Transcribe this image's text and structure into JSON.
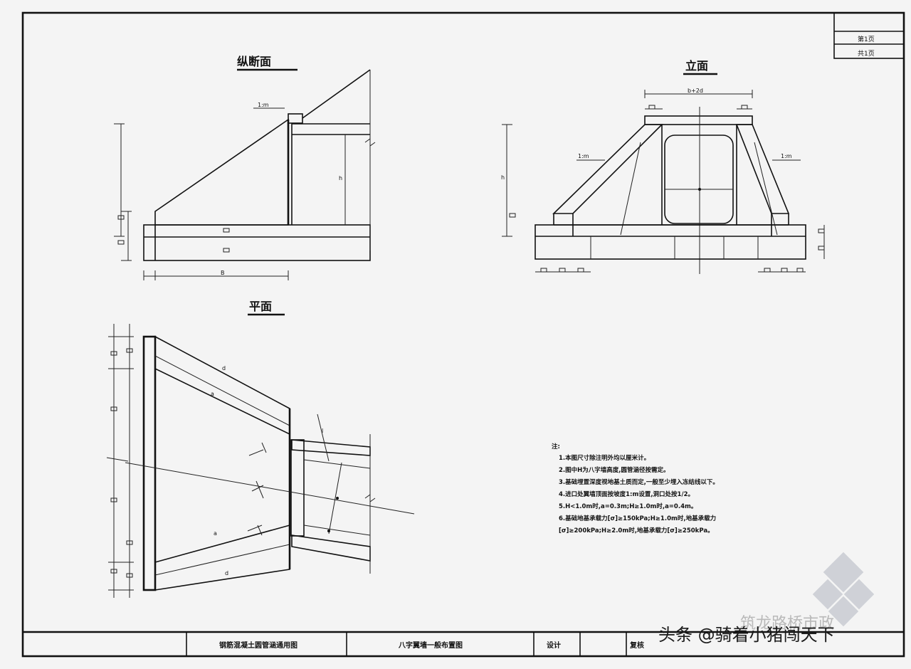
{
  "views": {
    "longitudinal_section": {
      "title": "纵断面",
      "labels": {
        "slope": "1:m",
        "h": "h",
        "b": "B"
      }
    },
    "elevation": {
      "title": "立面",
      "labels": {
        "width": "b+2d",
        "slope_left": "1:m",
        "slope_right": "1:m",
        "h": "h"
      }
    },
    "plan": {
      "title": "平面",
      "labels": {
        "a": "a",
        "d": "d",
        "l": "l"
      }
    }
  },
  "sheet_box": {
    "line1": "第1页",
    "line2": "共1页"
  },
  "notes": {
    "heading": "注:",
    "items": [
      "1.本图尺寸除注明外均以厘米计。",
      "2.图中H为八字墙高度,圆管涵径按需定。",
      "3.基础埋置深度视地基土质而定,一般至少埋入冻结线以下。",
      "4.进口处翼墙顶面按坡度1:m设置,洞口处按1/2。",
      "5.H<1.0m时,a=0.3m;H≥1.0m时,a=0.4m。",
      "6.基础地基承载力[σ]≥150kPa;H≥1.0m时,地基承载力",
      "  [σ]≥200kPa;H≥2.0m时,地基承载力[σ]≥250kPa。"
    ]
  },
  "title_block": {
    "project": "钢筋混凝土圆管涵通用图",
    "drawing": "八字翼墙一般布置图",
    "design": "设计",
    "review": "复核"
  },
  "watermarks": {
    "credit": "头条 @骑着小猪闯天下",
    "faded": "筑龙路桥市政"
  }
}
